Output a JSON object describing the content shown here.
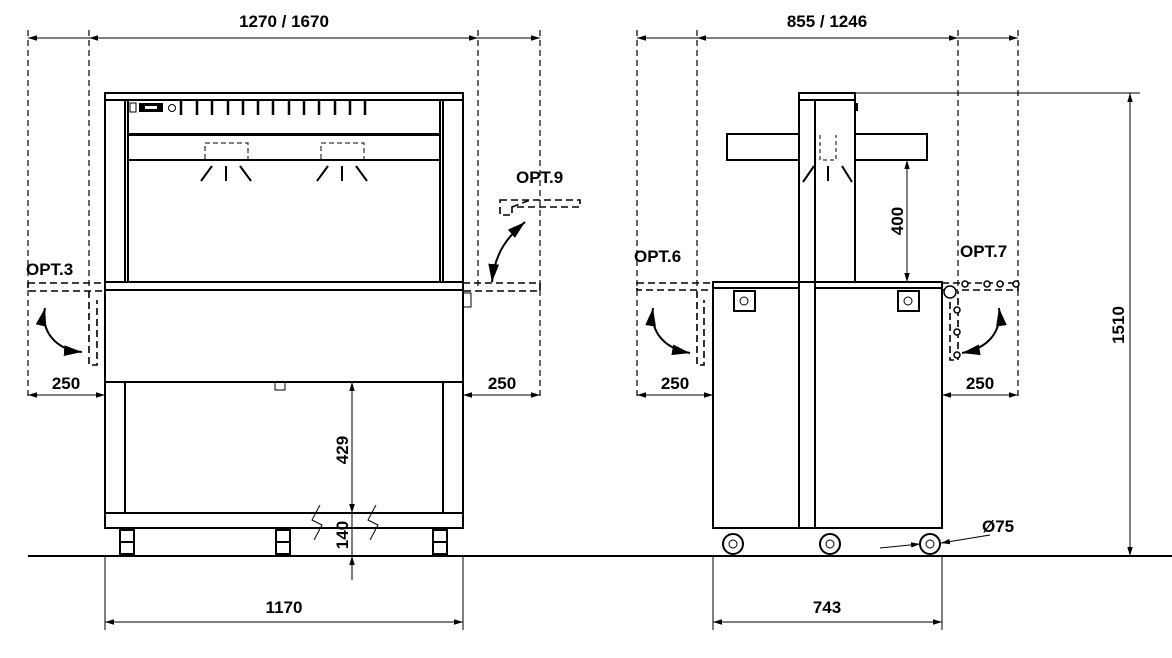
{
  "front_view": {
    "overall_width": "1270 / 1670",
    "option_left": "OPT.3",
    "option_right": "OPT.9",
    "shelf_left": "250",
    "shelf_right": "250",
    "under_clearance": "429",
    "ground_clearance": "140",
    "body_width": "1170"
  },
  "side_view": {
    "overall_depth": "855 / 1246",
    "option_left": "OPT.6",
    "option_right": "OPT.7",
    "canopy_height": "400",
    "shelf_left": "250",
    "shelf_right": "250",
    "total_height": "1510",
    "wheel_diameter": "Ø75",
    "body_depth": "743"
  }
}
